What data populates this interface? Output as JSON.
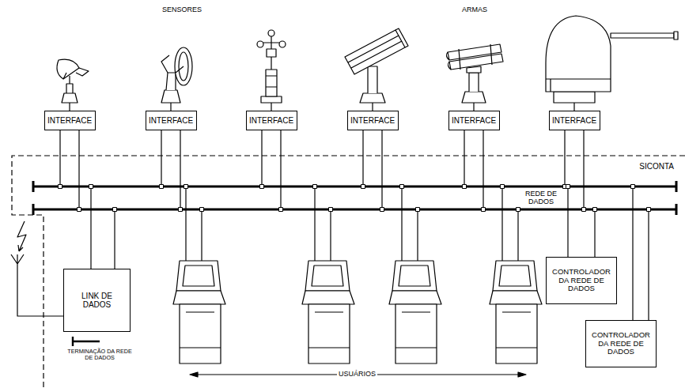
{
  "diagram": {
    "nodes": [
      {
        "text": [
          "INTERFACE"
        ]
      },
      {
        "text": [
          "INTERFACE"
        ]
      },
      {
        "text": [
          "INTERFACE"
        ]
      },
      {
        "text": [
          "INTERFACE"
        ]
      },
      {
        "text": [
          "INTERFACE"
        ]
      },
      {
        "text": [
          "INTERFACE"
        ]
      },
      {
        "text": [
          "SICONTA"
        ]
      },
      {
        "text": [
          "LINK DE DADOS"
        ],
        "in": 6
      },
      {
        "text": [
          "CONTROLADOR DA REDE DE DADOS"
        ],
        "in": 6
      },
      {
        "text": [
          "CONTROLADOR DA REDE DE DADOS"
        ],
        "in": 6
      }
    ],
    "labels": [
      "SENSORES",
      "ARMAS",
      "REDE DE DADOS",
      "TERMINAÇÃO DA REDE DE DADOS",
      "USUÁRIOS"
    ]
  }
}
